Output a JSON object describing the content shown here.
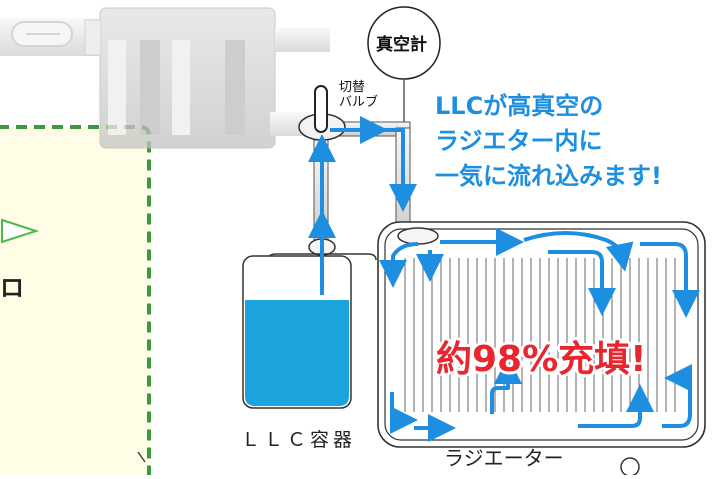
{
  "labels": {
    "vacuum_gauge": "真空計",
    "switch_valve_line1": "切替",
    "switch_valve_line2": "バルブ",
    "caption_line1": "LLCが高真空の",
    "caption_line2": "ラジエター内に",
    "caption_line3": "一気に流れ込みます!",
    "fill_rate": "約98%充填!",
    "llc_container": "ＬＬＣ容器",
    "radiator": "ラジエーター",
    "side_fragment": "ロ"
  },
  "colors": {
    "flow_arrow": "#1e8fe0",
    "coolant": "#1aa3dd",
    "emphasis_text": "#e8262d",
    "panel_bg": "#fffde6",
    "panel_border": "#3b9a3b",
    "machine_body": "#d4d4d4"
  },
  "icons": {
    "flow": "arrow-icon",
    "valve": "valve-icon",
    "gauge": "gauge-icon"
  }
}
